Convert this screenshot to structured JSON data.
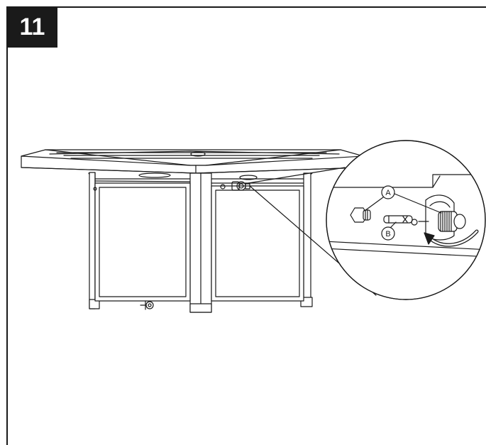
{
  "step": {
    "number": "11"
  },
  "callouts": {
    "a": "A",
    "b": "B"
  },
  "colors": {
    "ink": "#1a1a1a",
    "badge_bg": "#1a1a1a",
    "badge_text": "#ffffff",
    "panel": "#ffffff"
  }
}
